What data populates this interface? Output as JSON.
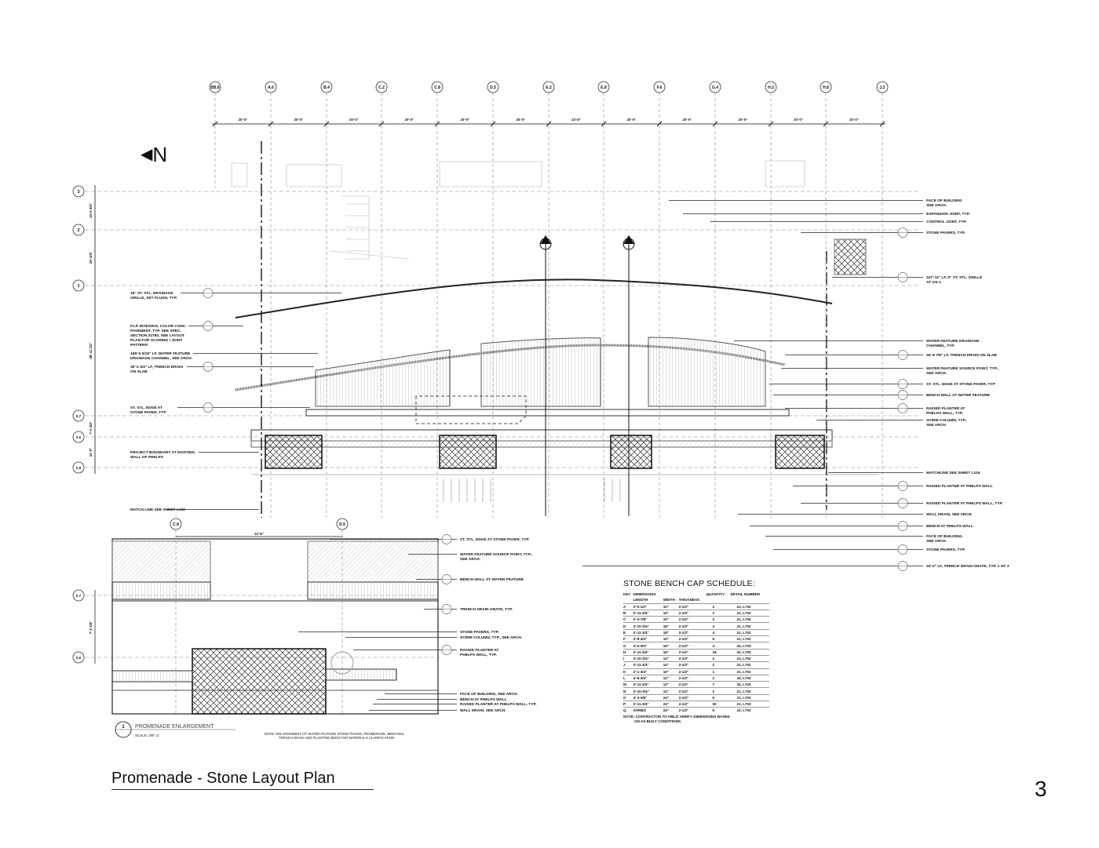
{
  "title": "Promenade - Stone Layout Plan",
  "page_number": "3",
  "north_label": "N",
  "column_grid": [
    "BB.8",
    "A.6",
    "B.4",
    "C.2",
    "C.8",
    "D.5",
    "E.2",
    "E.8",
    "F.6",
    "G.4",
    "H.2",
    "H.8",
    "J.2"
  ],
  "column_dims": [
    "20'-0\"",
    "20'-0\"",
    "20'-0\"",
    "20'-0\"",
    "20'-0\"",
    "20'-0\"",
    "22'-8\"",
    "20'-0\"",
    "20'-0\"",
    "20'-0\"",
    "20'-0\"",
    "20'-0\""
  ],
  "row_grid": [
    "3",
    "2",
    "1",
    "0.7",
    "0.6",
    "0.5"
  ],
  "row_dims": [
    "14'-0 3/4\"",
    "25'-1/4\"",
    "48'-11 1/2\"",
    "7'-5 3/4\"",
    "11'-0\""
  ],
  "callouts_left": [
    {
      "lines": [
        "18\" ST. STL. DRAINAGE",
        "GRILLE, SET FLUSH, TYP."
      ]
    },
    {
      "lines": [
        "P.I.P. INTEGRAL COLOR CONC.",
        "PAVEMENT, TYP. SEE SPEC.",
        "SECTION 02780, SEE LAYOUT",
        "PLAN FOR SCORING / JOINT",
        "PATTERN"
      ]
    },
    {
      "lines": [
        "168'-5 5/16\" LF, WATER FEATURE",
        "DRAINAGE CHANNEL, SEE ARCH."
      ]
    },
    {
      "lines": [
        "36'-2 3/4\" LF, TRENCH DRAIN",
        "ON SLAB"
      ]
    },
    {
      "lines": [
        "ST. STL. EDGE AT",
        "STONE PAVER, TYP"
      ]
    },
    {
      "lines": [
        "PROJECT BOUNDARY AT EXISTING",
        "WALL OF PHELPS"
      ]
    },
    {
      "lines": [
        "MATCH LINE SEE SHEET L102"
      ]
    }
  ],
  "callouts_right": [
    {
      "lines": [
        "FACE OF BUILDING",
        "SEE ARCH."
      ]
    },
    {
      "lines": [
        "EXPANSION JOINT, TYP."
      ]
    },
    {
      "lines": [
        "CONTROL JOINT, TYP."
      ]
    },
    {
      "lines": [
        "STONE PAVERS, TYP."
      ]
    },
    {
      "lines": [
        "347'-11\" LF, 6\" ST. STL. GRILLE",
        "AT GS-1"
      ]
    },
    {
      "lines": [
        "WATER FEATURE DRAINAGE",
        "CHANNEL, TYP."
      ]
    },
    {
      "lines": [
        "36'-8 7/8\" LF, TRENCH DRAIN ON SLAB"
      ]
    },
    {
      "lines": [
        "WATER FEATURE SOURCE POINT, TYP.,",
        "SEE ARCH."
      ]
    },
    {
      "lines": [
        "ST. STL. EDGE AT STONE PAVER, TYP"
      ]
    },
    {
      "lines": [
        "BENCH WALL AT WATER FEATURE"
      ]
    },
    {
      "lines": [
        "RAISED PLANTER AT",
        "PHELPS WALL, TYP."
      ]
    },
    {
      "lines": [
        "SCRIM COLUMN, TYP.,",
        "SEE ARCH."
      ]
    },
    {
      "lines": [
        "MATCHLINE SEE SHEET L104"
      ]
    },
    {
      "lines": [
        "RAISED PLANTER AT PHELPS WALL"
      ]
    },
    {
      "lines": [
        "RAISED PLANTER AT PHELPS WALL, TYP."
      ]
    },
    {
      "lines": [
        "WALL DRAIN, SEE ARCH."
      ]
    },
    {
      "lines": [
        "BENCH AT PHELPS WALL"
      ]
    },
    {
      "lines": [
        "FACE OF BUILDING,",
        "SEE ARCH."
      ]
    },
    {
      "lines": [
        "STONE PAVERS, TYP."
      ]
    },
    {
      "lines": [
        "20'-0\" LF, TRENCH DRAIN GRATE, TYP. 1 OF 3"
      ]
    }
  ],
  "enlargement": {
    "grid": [
      "C.8",
      "D.5"
    ],
    "dim": "22'-8\"",
    "rows": [
      "0.7",
      "0.6"
    ],
    "row_dim": "7'-5 3/4\"",
    "label_number": "1",
    "label": "PROMENADE ENLARGEMENT",
    "scale": "SCALE: 3/8\"=1'",
    "note_lines": [
      "NOTE: ENLARGEMENT OF WATER FEATURE STONE PAVING, PROMENADE, BENCHES,",
      "TRENCH DRAIN AND PLANTING BEDS FOR MATERIALS CLARIFICATION."
    ],
    "callouts": [
      {
        "lines": [
          "ST. STL. EDGE AT STONE PAVER, TYP."
        ]
      },
      {
        "lines": [
          "WATER FEATURE SOURCE POINT, TYP.,",
          "SEE ARCH."
        ]
      },
      {
        "lines": [
          "BENCH WALL AT WATER FEATURE"
        ]
      },
      {
        "lines": [
          "TRENCH DRAIN GRATE, TYP."
        ]
      },
      {
        "lines": [
          "STONE PAVERS, TYP."
        ]
      },
      {
        "lines": [
          "SCRIM COLUMN, TYP., SEE ARCH."
        ]
      },
      {
        "lines": [
          "RAISED PLANTER AT",
          "PHELPS WALL, TYP."
        ]
      },
      {
        "lines": [
          "FACE OF BUILDING, SEE ARCH."
        ]
      },
      {
        "lines": [
          "BENCH AT PHELPS WALL"
        ]
      },
      {
        "lines": [
          "RAISED PLANTER AT PHELPS WALL, TYP."
        ]
      },
      {
        "lines": [
          "WALL DRAIN, SEE ARCH"
        ]
      }
    ]
  },
  "schedule": {
    "title": "STONE BENCH CAP SCHEDULE:",
    "headers": [
      "KEY",
      "DIMENSIONS",
      "",
      "",
      "QUANTITY",
      "DETAIL NUMBER"
    ],
    "subheaders": [
      "",
      "LENGTH",
      "WIDTH",
      "THICKNESS",
      "",
      ""
    ],
    "rows": [
      [
        "A",
        "3'-0-1/2\"",
        "10\"",
        "2-1/2\"",
        "2",
        "21, L702"
      ],
      [
        "B",
        "5'-11-3/4\"",
        "10\"",
        "2-1/2\"",
        "2",
        "21, L702"
      ],
      [
        "C",
        "2'-3-7/8\"",
        "10\"",
        "2-1/2\"",
        "2",
        "21, L702"
      ],
      [
        "D",
        "3'-10-3/4\"",
        "18\"",
        "2-1/2\"",
        "4",
        "21, L702"
      ],
      [
        "E",
        "3'-11-3/4\"",
        "18\"",
        "2-1/2\"",
        "4",
        "21, L702"
      ],
      [
        "F",
        "3'-8-3/4\"",
        "10\"",
        "2-1/2\"",
        "5",
        "21, L702"
      ],
      [
        "G",
        "4'-0-3/4\"",
        "16\"",
        "2-1/2\"",
        "4",
        "33, L703"
      ],
      [
        "H",
        "3'-11-3/4\"",
        "16\"",
        "2-1/2\"",
        "18",
        "33, L703"
      ],
      [
        "I",
        "3'-10-3/4\"",
        "14\"",
        "2-1/2\"",
        "2",
        "21, L702"
      ],
      [
        "J",
        "3'-11-3/4\"",
        "14\"",
        "2-1/2\"",
        "2",
        "21, L702"
      ],
      [
        "K",
        "2'-1-3/4\"",
        "10\"",
        "2-1/2\"",
        "1",
        "21, L702"
      ],
      [
        "L",
        "4'-8-3/4\"",
        "12\"",
        "2-1/2\"",
        "2",
        "33, L703"
      ],
      [
        "M",
        "3'-11-3/4\"",
        "12\"",
        "2-1/2\"",
        "7",
        "33, L703"
      ],
      [
        "N",
        "3'-10-3/4\"",
        "12\"",
        "2-1/2\"",
        "2",
        "21, L702"
      ],
      [
        "O",
        "4'-3-3/8\"",
        "24\"",
        "2-1/2\"",
        "6",
        "21, L703"
      ],
      [
        "P",
        "3'-11-3/4\"",
        "24\"",
        "2-1/2\"",
        "30",
        "21, L703"
      ],
      [
        "Q",
        "VARIES",
        "24\"",
        "2-1/2\"",
        "6",
        "23, L703"
      ]
    ],
    "note_lines": [
      "NOTE: CONTRACTOR TO FIELD VERIFY DIMENSIONS BASED",
      "ON AS BUILT CONDITIONS."
    ]
  }
}
